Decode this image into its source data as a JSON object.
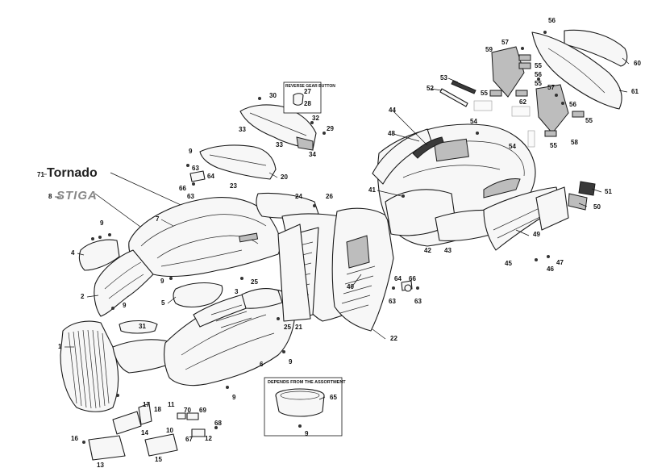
{
  "brand_labels": {
    "tornado": "Tornado",
    "stiga": "STIGA"
  },
  "boxes": {
    "reverse_gear_title": "REVERSE GEAR BUTTON",
    "assortment_title": "DEPENDS FROM THE ASSORTMENT"
  },
  "callouts": [
    "1",
    "2",
    "3",
    "4",
    "5",
    "6",
    "7",
    "8",
    "9",
    "10",
    "11",
    "12",
    "13",
    "14",
    "15",
    "16",
    "17",
    "18",
    "20",
    "21",
    "22",
    "23",
    "24",
    "25",
    "26",
    "27",
    "28",
    "29",
    "30",
    "31",
    "32",
    "33",
    "34",
    "40",
    "41",
    "42",
    "43",
    "44",
    "45",
    "46",
    "47",
    "48",
    "49",
    "50",
    "51",
    "52",
    "53",
    "54",
    "55",
    "56",
    "57",
    "58",
    "59",
    "60",
    "61",
    "62",
    "63",
    "64",
    "65",
    "66",
    "67",
    "68",
    "69",
    "70",
    "71"
  ]
}
